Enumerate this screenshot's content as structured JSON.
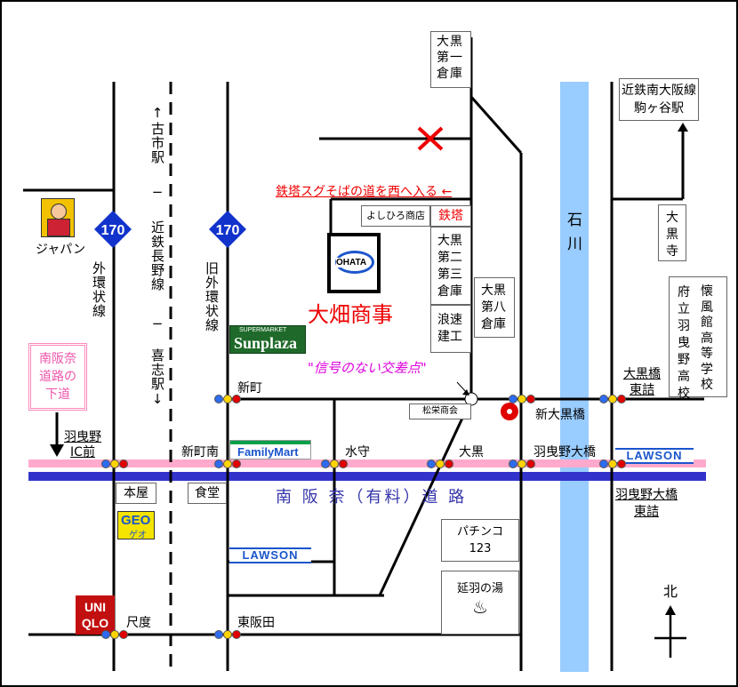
{
  "labels": {
    "daikoku_1": "大黒第一倉庫",
    "kintetsu_station": [
      "近鉄南大阪線",
      "駒ヶ谷駅"
    ],
    "furuichi": "↑古市駅",
    "kintetsu_line": "近鉄長野線",
    "kishi": "喜志駅↓",
    "dash": "−",
    "route170": "170",
    "gaikan": "外環状線",
    "kyu_gaikan": "旧外環状線",
    "japan": "ジャパン",
    "tetto_sign": "鉄塔スグそばの道を西へ入る ←",
    "yoshihiro": "よしひろ商店",
    "tetto": "鉄塔",
    "daikoku_2": "大黒第二第三倉庫",
    "daikoku_8": "大黒第八倉庫",
    "namihaya": "浪速建工",
    "ohata": "大畑商事",
    "ohata_logo": "OHATA",
    "ishikawa": "石川",
    "daikokuji": "大黒寺",
    "school": "府立羽曳野高校",
    "school2": "懐風館高等学校",
    "sunplaza_small": "SUPERMARKET",
    "sunplaza": "Sunplaza",
    "no_signal": "\"信号のない交差点\"",
    "minami_hanna_box": [
      "南阪奈",
      "道路の",
      "下道"
    ],
    "shinmachi": "新町",
    "shoei": "松栄商会",
    "shin_daikokubashi": "新大黒橋",
    "daikokubashi_higashi": [
      "大黒橋",
      "東詰"
    ],
    "habikino_ic": [
      "羽曳野",
      "IC前"
    ],
    "shinmachi_minami": "新町南",
    "familymart": "FamilyMart",
    "mizumori": "水守",
    "daikoku": "大黒",
    "habikino_ohashi": "羽曳野大橋",
    "lawson": "LAWSON",
    "honya": "本屋",
    "shokudo": "食堂",
    "road_name": "南 阪 奈（有料）道 路",
    "habikino_ohashi_higashi": [
      "羽曳野大橋",
      "東詰"
    ],
    "geo": "GEO",
    "geo_kana": "ゲオ",
    "pachinko": [
      "パチンコ",
      "123"
    ],
    "onsen": "延羽の湯",
    "onsen_icon": "♨",
    "north": "北",
    "uniqlo": [
      "UNI",
      "QLO"
    ],
    "shakudo": "尺度",
    "higashi_handa": "東阪田"
  },
  "colors": {
    "river": "#99ccff",
    "toll_road": "#3333cc",
    "lower_road": "#ffaacc",
    "red_text": "#ee0000",
    "magenta_text": "#dd00dd",
    "shield": "#1133cc",
    "road_label_blue": "#3333aa"
  },
  "icons": [
    "destination-x-icon",
    "traffic-signal-icon",
    "north-arrow-icon",
    "onsen-icon",
    "route-170-shield-icon",
    "store-logo-icon"
  ]
}
